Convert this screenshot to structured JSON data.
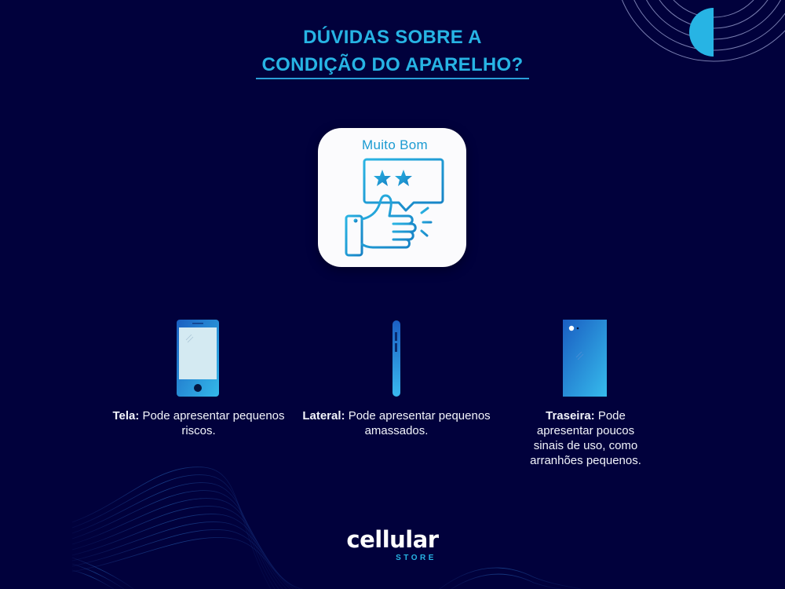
{
  "headline": {
    "line1": "DÚVIDAS SOBRE A",
    "line2": "CONDIÇÃO DO APARELHO?"
  },
  "rating_card": {
    "label": "Muito Bom",
    "stars": 2,
    "icon": "thumbs-up-review-icon"
  },
  "features": [
    {
      "icon": "phone-screen-icon",
      "title": "Tela:",
      "text": "Pode apresentar pequenos riscos."
    },
    {
      "icon": "phone-side-icon",
      "title": "Lateral:",
      "text": "Pode apresentar pequenos amassados."
    },
    {
      "icon": "phone-back-icon",
      "title": "Traseira:",
      "text": "Pode apresentar poucos sinais de uso, como arranhões pequenos."
    }
  ],
  "brand": {
    "name": "cellular",
    "sub": "STORE"
  },
  "colors": {
    "background": "#01013c",
    "accent": "#27b4e4",
    "card": "#fbfbfd",
    "text": "#f2f4fb"
  }
}
